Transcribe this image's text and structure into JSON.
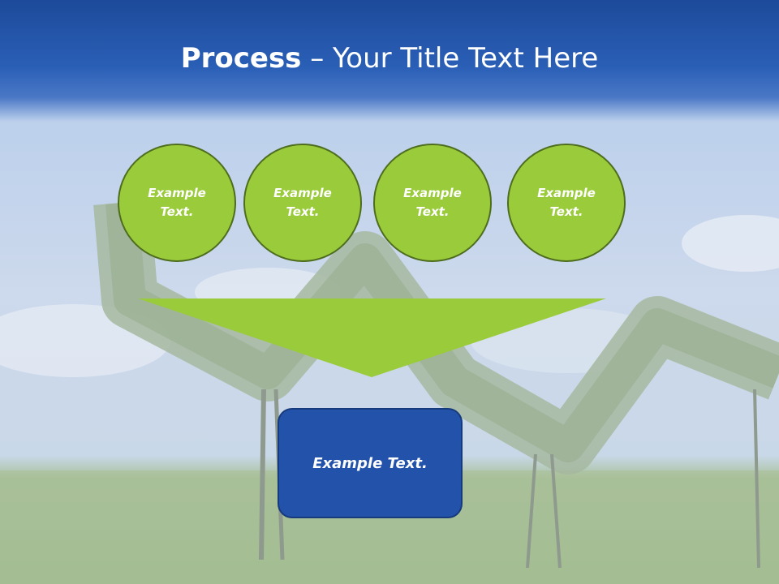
{
  "title": {
    "bold": "Process",
    "rest": " – Your Title Text Here"
  },
  "steps": [
    {
      "label": "Example Text."
    },
    {
      "label": "Example Text."
    },
    {
      "label": "Example Text."
    },
    {
      "label": "Example Text."
    }
  ],
  "result": {
    "label": "Example Text."
  },
  "colors": {
    "header": "#2a5fb6",
    "circle_fill": "#9acb3a",
    "circle_border": "#4e6d1e",
    "funnel": "#9acb3a",
    "box_fill": "#2352ab"
  }
}
